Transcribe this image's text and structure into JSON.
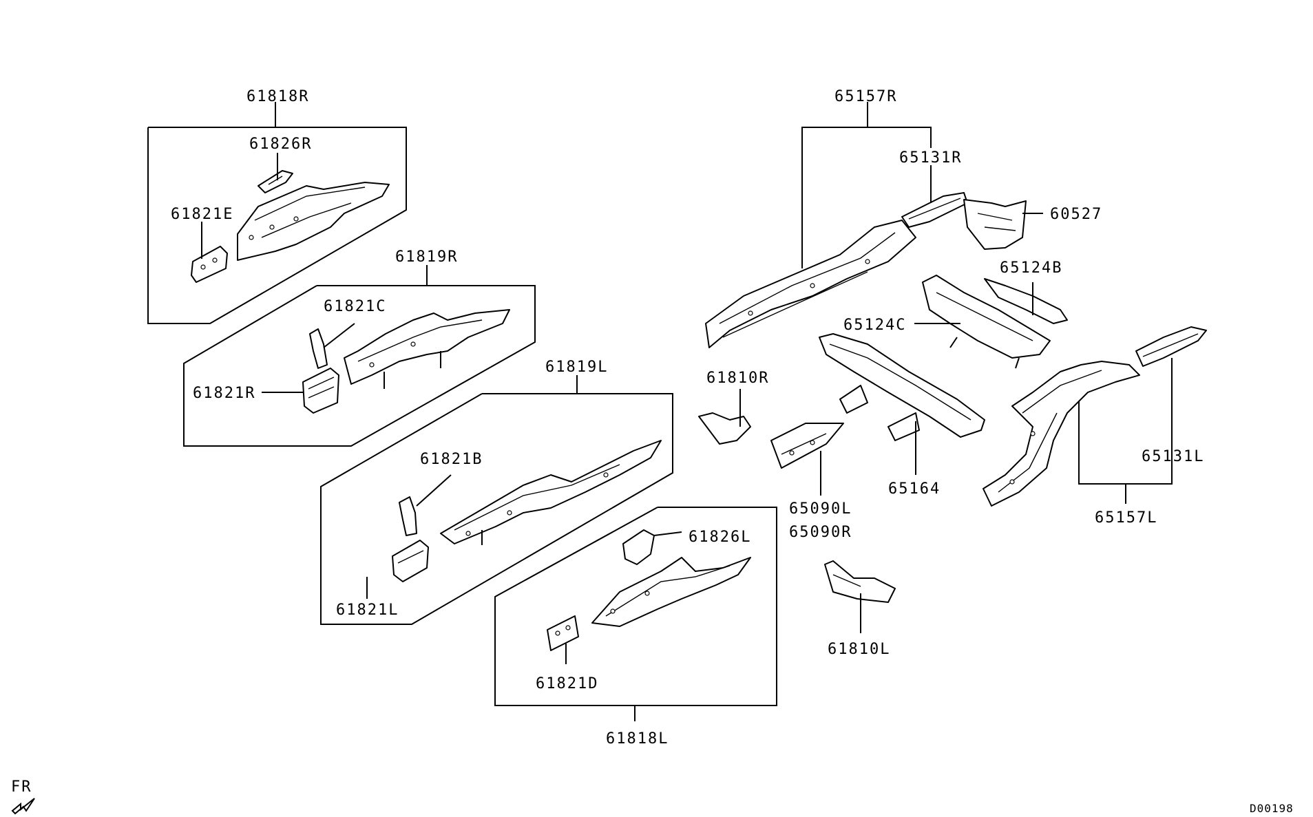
{
  "labels": {
    "p61818R": "61818R",
    "p61826R": "61826R",
    "p61821E": "61821E",
    "p61819R": "61819R",
    "p61821C": "61821C",
    "p61821R": "61821R",
    "p61819L": "61819L",
    "p61821B": "61821B",
    "p61821L": "61821L",
    "p61826L": "61826L",
    "p61821D": "61821D",
    "p61818L": "61818L",
    "p65157R": "65157R",
    "p65131R": "65131R",
    "p60527": "60527",
    "p65124B": "65124B",
    "p65124C": "65124C",
    "p61810R": "61810R",
    "p65090L": "65090L",
    "p65090R": "65090R",
    "p65164": "65164",
    "p65131L": "65131L",
    "p65157L": "65157L",
    "p61810L": "61810L"
  },
  "orientation": {
    "label": "FR",
    "icon": "front-arrow-icon"
  },
  "diagram_code": "D00198"
}
